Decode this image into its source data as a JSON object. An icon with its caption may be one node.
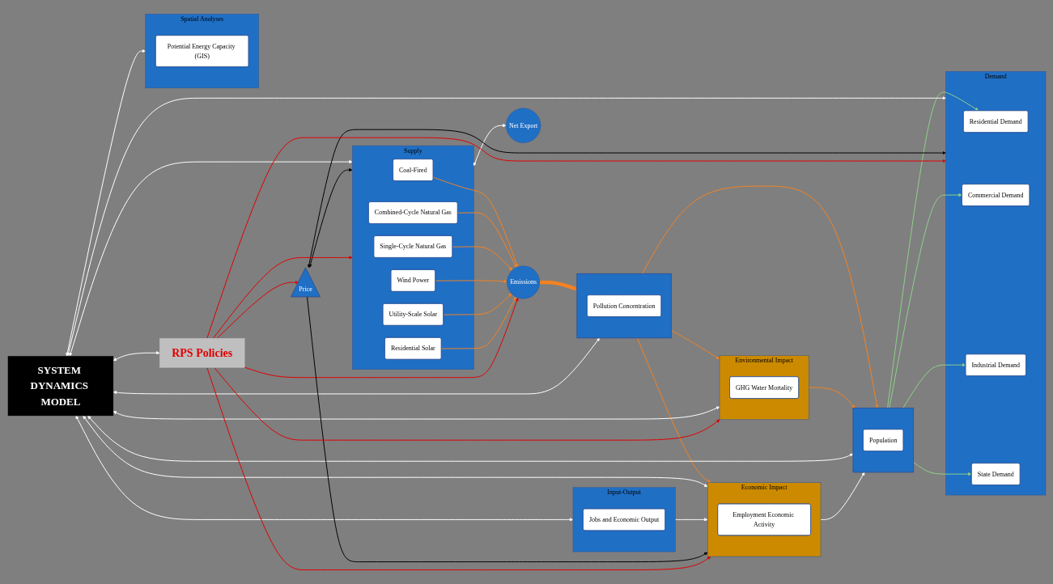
{
  "diagram": {
    "nodes": [
      {
        "text": [
          "SYSTEM DYNAMICS MODEL"
        ]
      },
      {
        "text": [
          "Supply"
        ]
      },
      {
        "text": [
          "Coal-Fired"
        ],
        "in": 1
      },
      {
        "text": [
          "Combined-Cycle Natural Gas"
        ],
        "in": 1
      },
      {
        "text": [
          "Single-Cycle Natural Gas"
        ],
        "in": 1
      },
      {
        "text": [
          "Wind Power"
        ],
        "in": 1
      },
      {
        "text": [
          "Utility-Scale Solar"
        ],
        "in": 1
      },
      {
        "text": [
          "Residential Solar"
        ],
        "in": 1
      },
      {
        "text": [
          "Emissions"
        ]
      },
      {
        "text": [],
        "shape": "box"
      },
      {
        "text": [
          "Pollution Concentration"
        ],
        "in": 9
      },
      {
        "text": [],
        "shape": "box"
      },
      {
        "text": [
          "Population"
        ],
        "in": 11
      },
      {
        "text": [
          "Environmental Impact"
        ]
      },
      {
        "text": [
          "GHG Water Mortality"
        ],
        "in": 13
      },
      {
        "text": [
          "Economic Impact"
        ]
      },
      {
        "text": [
          "Employment Economic Activity"
        ],
        "in": 15
      },
      {
        "text": [
          "Spatial Analyses"
        ]
      },
      {
        "text": [
          "Potential Energy Capacity (GIS)"
        ],
        "in": 17
      },
      {
        "text": [
          "Price"
        ]
      },
      {
        "text": [
          "Input-Output"
        ]
      },
      {
        "text": [
          "Jobs and Economic Output"
        ],
        "in": 20
      },
      {
        "text": [
          "Demand"
        ]
      },
      {
        "text": [
          "Residential Demand"
        ],
        "in": 22
      },
      {
        "text": [
          "Commercial Demand"
        ],
        "in": 22
      },
      {
        "text": [
          "Industrial Demand"
        ],
        "in": 22
      },
      {
        "text": [
          "State Demand"
        ],
        "in": 22
      },
      {
        "text": [
          "Net Export"
        ]
      },
      {
        "text": [
          "RPS Policies"
        ]
      }
    ],
    "edges": [
      {
        "from": 2,
        "to": 8,
        "arrow": "to",
        "color": "#f58220"
      },
      {
        "from": 3,
        "to": 8,
        "arrow": "to",
        "color": "#f58220"
      },
      {
        "from": 4,
        "to": 8,
        "arrow": "to",
        "color": "#f58220"
      },
      {
        "from": 5,
        "to": 8,
        "arrow": "to",
        "color": "#f58220"
      },
      {
        "from": 6,
        "to": 8,
        "arrow": "to",
        "color": "#f58220"
      },
      {
        "from": 7,
        "to": 8,
        "arrow": "to",
        "color": "#f58220"
      },
      {
        "from": 8,
        "to": 9,
        "arrow": "to",
        "style": "thick",
        "color": "#f58220"
      },
      {
        "from": 9,
        "to": 11,
        "arrow": "to",
        "color": "#f58220"
      },
      {
        "from": 9,
        "to": 15,
        "arrow": "to",
        "color": "#f58220"
      },
      {
        "from": 9,
        "to": 13,
        "arrow": "to",
        "color": "#f58220"
      },
      {
        "from": 13,
        "to": 11,
        "arrow": "to",
        "color": "#f58220"
      },
      {
        "from": 11,
        "to": 23,
        "arrow": "to",
        "color": "#8fd18a"
      },
      {
        "from": 11,
        "to": 24,
        "arrow": "to",
        "color": "#8fd18a"
      },
      {
        "from": 11,
        "to": 25,
        "arrow": "to",
        "color": "#8fd18a"
      },
      {
        "from": 11,
        "to": 26,
        "arrow": "to",
        "color": "#8fd18a"
      },
      {
        "from": 0,
        "to": 1,
        "arrow": "both"
      },
      {
        "from": 0,
        "to": 9,
        "arrow": "both"
      },
      {
        "from": 0,
        "to": 11,
        "arrow": "both"
      },
      {
        "from": 0,
        "to": 22,
        "arrow": "both"
      },
      {
        "from": 0,
        "to": 13,
        "arrow": "both"
      },
      {
        "from": 0,
        "to": 17,
        "arrow": "both"
      },
      {
        "from": 0,
        "to": 28,
        "arrow": "both"
      },
      {
        "from": 0,
        "to": 20,
        "arrow": "both"
      },
      {
        "from": 0,
        "to": 15,
        "arrow": "both"
      },
      {
        "from": 15,
        "to": 11,
        "arrow": "to"
      },
      {
        "from": 20,
        "to": 15,
        "arrow": "to"
      },
      {
        "from": 1,
        "to": 27,
        "arrow": "both"
      },
      {
        "from": 19,
        "to": 15,
        "arrow": "to",
        "color": "#000000"
      },
      {
        "from": 19,
        "to": 1,
        "arrow": "both",
        "color": "#000000"
      },
      {
        "from": 19,
        "to": 22,
        "arrow": "both",
        "color": "#000000"
      },
      {
        "from": 28,
        "to": 19,
        "arrow": "to",
        "color": "#e00000"
      },
      {
        "from": 28,
        "to": 13,
        "arrow": "to",
        "color": "#e00000"
      },
      {
        "from": 28,
        "to": 15,
        "arrow": "to",
        "color": "#e00000"
      },
      {
        "from": 28,
        "to": 1,
        "arrow": "to",
        "color": "#e00000"
      },
      {
        "from": 28,
        "to": 8,
        "arrow": "to",
        "color": "#e00000"
      },
      {
        "from": 28,
        "to": 22,
        "arrow": "to",
        "color": "#e00000"
      }
    ]
  }
}
